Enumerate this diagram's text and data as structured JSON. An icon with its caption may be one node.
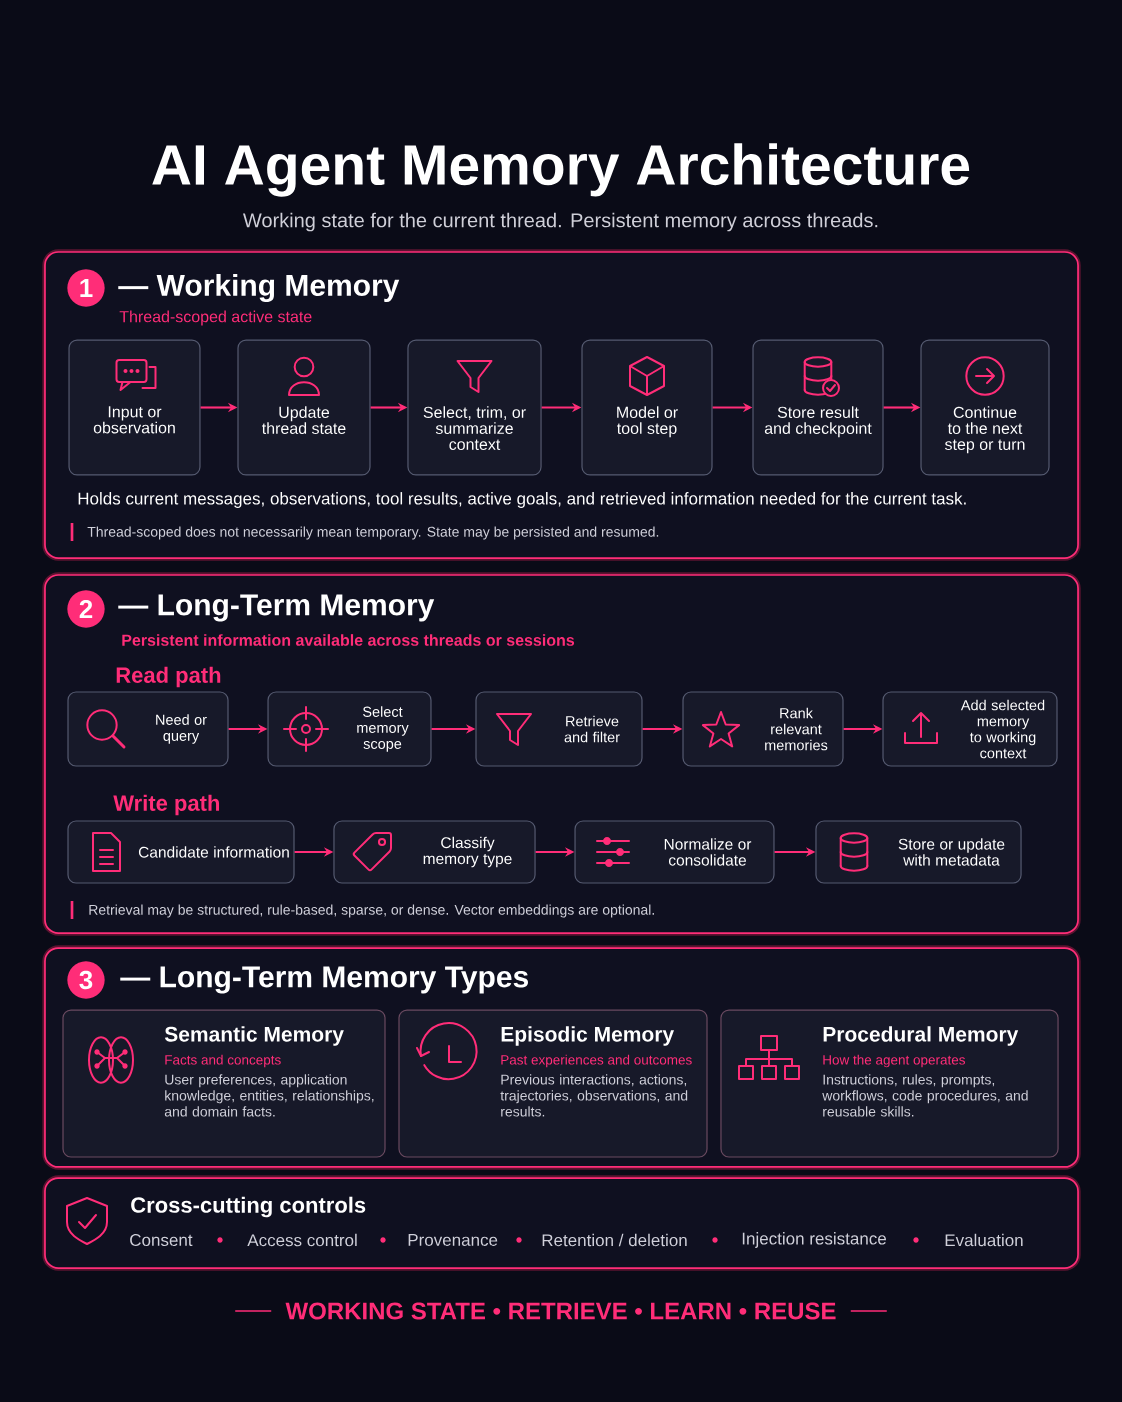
{
  "diagram": {
    "title": "AI Agent Memory Architecture",
    "nodes": [
      {
        "text": [
          "— Working Memory",
          "Thread-scoped active state",
          "Holds current messages, observations, tool results, active goals, and retrieved information needed for the current task.",
          "Thread-scoped does not necessarily mean temporary. State may be persisted and resumed."
        ]
      },
      {
        "text": [
          "1"
        ],
        "in": 0
      },
      {
        "text": [
          "Input or observation"
        ],
        "in": 0
      },
      {
        "text": [
          "Update thread state"
        ],
        "in": 0
      },
      {
        "text": [
          "Select, trim, or summarize context"
        ],
        "in": 0
      },
      {
        "text": [
          "Model or tool step"
        ],
        "in": 0
      },
      {
        "text": [
          "Store result and checkpoint"
        ],
        "in": 0
      },
      {
        "text": [
          "Continue to the next step or turn"
        ],
        "in": 0
      },
      {
        "text": [
          "— Long-Term Memory",
          "Persistent information available across threads or sessions",
          "Retrieval may be structured, rule-based, sparse, or dense. Vector embeddings are optional."
        ]
      },
      {
        "text": [
          "2"
        ],
        "in": 8
      },
      {
        "text": [
          "Need or query"
        ],
        "in": 8
      },
      {
        "text": [
          "Select memory scope"
        ],
        "in": 8
      },
      {
        "text": [
          "Retrieve and filter"
        ],
        "in": 8
      },
      {
        "text": [
          "Rank relevant memories"
        ],
        "in": 8
      },
      {
        "text": [
          "Add selected memory to working context"
        ],
        "in": 8
      },
      {
        "text": [
          "Candidate information"
        ],
        "in": 8
      },
      {
        "text": [
          "Classify memory type"
        ],
        "in": 8
      },
      {
        "text": [
          "Normalize or consolidate"
        ],
        "in": 8
      },
      {
        "text": [
          "Store or update with metadata"
        ],
        "in": 8
      },
      {
        "text": [
          "— Long-Term Memory Types"
        ]
      },
      {
        "text": [
          "3"
        ],
        "in": 19
      },
      {
        "text": [
          "Semantic Memory",
          "Facts and concepts",
          "User preferences, application knowledge, entities, relationships, and domain facts."
        ],
        "in": 19
      },
      {
        "text": [
          "Episodic Memory",
          "Past experiences and outcomes",
          "Previous interactions, actions, trajectories, observations, and results."
        ],
        "in": 19
      },
      {
        "text": [
          "Procedural Memory",
          "How the agent operates",
          "Instructions, rules, prompts, workflows, code procedures, and reusable skills."
        ],
        "in": 19
      },
      {
        "text": [
          "Cross-cutting controls",
          "Consent",
          "Access control",
          "Provenance",
          "Retention / deletion",
          "Injection resistance",
          "Evaluation"
        ]
      }
    ],
    "edges": [
      {
        "from": 2,
        "to": 3,
        "arrow": "to"
      },
      {
        "from": 3,
        "to": 4,
        "arrow": "to"
      },
      {
        "from": 4,
        "to": 5,
        "arrow": "to"
      },
      {
        "from": 5,
        "to": 6,
        "arrow": "to"
      },
      {
        "from": 6,
        "to": 7,
        "arrow": "to"
      },
      {
        "from": 10,
        "to": 11,
        "arrow": "to"
      },
      {
        "from": 11,
        "to": 12,
        "arrow": "to"
      },
      {
        "from": 12,
        "to": 13,
        "arrow": "to"
      },
      {
        "from": 13,
        "to": 14,
        "arrow": "to"
      },
      {
        "from": 15,
        "to": 16,
        "arrow": "to"
      },
      {
        "from": 16,
        "to": 17,
        "arrow": "to"
      },
      {
        "from": 17,
        "to": 18,
        "arrow": "to"
      }
    ],
    "labels": [
      "Working state for the current thread. Persistent memory across threads.",
      "Read path",
      "Write path",
      "WORKING STATE • RETRIEVE • LEARN • REUSE"
    ]
  }
}
